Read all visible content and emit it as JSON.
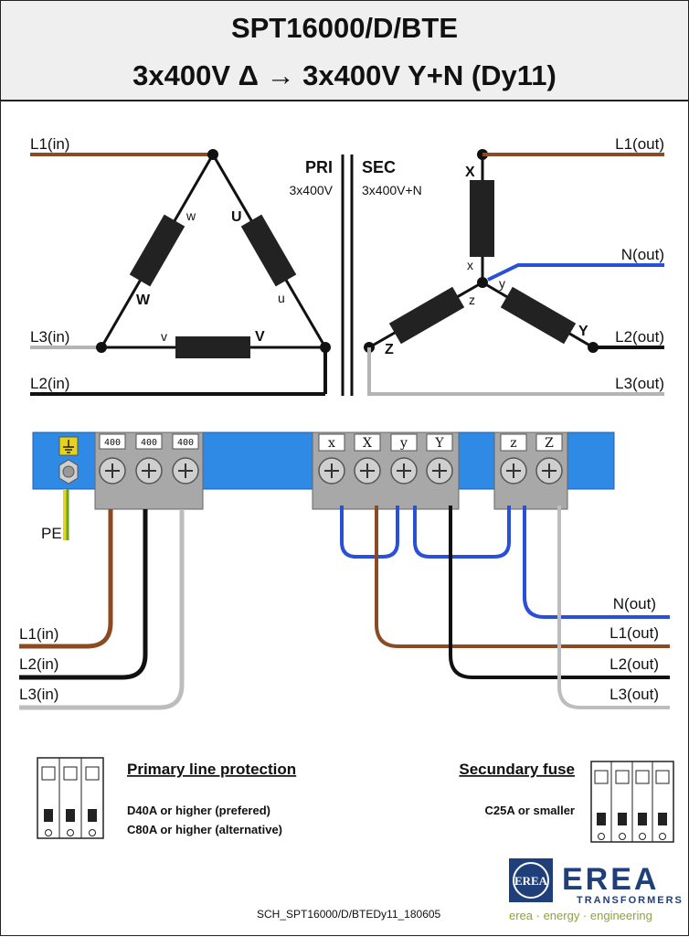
{
  "header": {
    "title": "SPT16000/D/BTE",
    "subtitle": "3x400V Δ → 3x400V Y+N  (Dy11)"
  },
  "schematic": {
    "primary_inputs": [
      "L1(in)",
      "L3(in)",
      "L2(in)"
    ],
    "secondary_outputs": [
      "L1(out)",
      "N(out)",
      "L2(out)",
      "L3(out)"
    ],
    "pri_label": "PRI",
    "pri_voltage": "3x400V",
    "sec_label": "SEC",
    "sec_voltage": "3x400V+N",
    "delta_coils": {
      "w": "w",
      "W": "W",
      "U": "U",
      "u": "u",
      "v": "v",
      "V": "V"
    },
    "star_coils": {
      "X": "X",
      "x": "x",
      "y": "y",
      "Y": "Y",
      "z": "z",
      "Z": "Z"
    }
  },
  "terminal_block": {
    "primary_terminals": [
      "400",
      "400",
      "400"
    ],
    "secondary_terminals": [
      "x",
      "X",
      "y",
      "Y",
      "z",
      "Z"
    ],
    "pe_label": "PE",
    "left_wires": [
      "L1(in)",
      "L2(in)",
      "L3(in)"
    ],
    "right_wires": [
      "N(out)",
      "L1(out)",
      "L2(out)",
      "L3(out)"
    ]
  },
  "protection": {
    "primary_title": "Primary line protection",
    "primary_line1": "D40A or higher (prefered)",
    "primary_line2": "C80A or higher (alternative)",
    "secondary_title": "Secundary fuse",
    "secondary_line1": "C25A or smaller"
  },
  "footer": {
    "doc_code": "SCH_SPT16000/D/BTEDy11_180605",
    "logo_name": "EREA",
    "logo_sub": "TRANSFORMERS",
    "logo_tagline": "erea · energy · engineering",
    "logo_badge": "EREA"
  },
  "colors": {
    "brown": "#8b4a22",
    "black": "#111111",
    "grey": "#b4b4b4",
    "blue": "#2a4fd8",
    "rail": "#2f8ae6",
    "pe_green": "#6aa52a",
    "pe_yellow": "#e8d31a",
    "brand_blue": "#1f3f7a",
    "brand_green": "#8aa63a"
  }
}
